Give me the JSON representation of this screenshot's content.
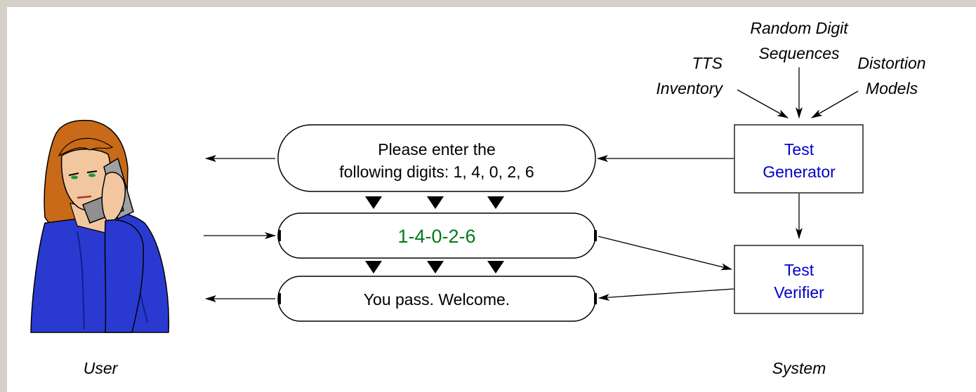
{
  "inputs": {
    "tts": [
      "TTS",
      "Inventory"
    ],
    "random": [
      "Random Digit",
      "Sequences"
    ],
    "distortion": [
      "Distortion",
      "Models"
    ]
  },
  "generator": [
    "Test",
    "Generator"
  ],
  "verifier": [
    "Test",
    "Verifier"
  ],
  "prompt": [
    "Please enter the",
    "following digits: 1, 4, 0, 2, 6"
  ],
  "response": "1-4-0-2-6",
  "result": "You pass. Welcome.",
  "user_label": "User",
  "system_label": "System",
  "colors": {
    "box_text": "#0000cc",
    "response_text": "#007a1a",
    "person_suit": "#2a3ad0",
    "person_hair": "#c86a18",
    "person_skin": "#f2c7a0"
  }
}
